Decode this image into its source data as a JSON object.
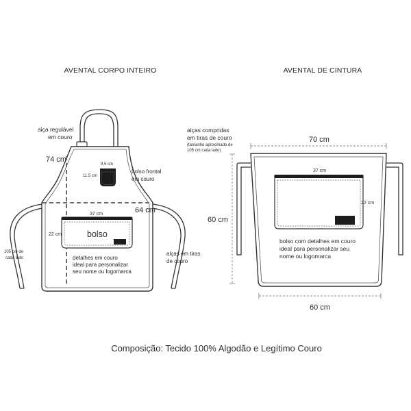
{
  "left_apron": {
    "title": "AVENTAL CORPO INTEIRO",
    "strap_label": [
      "alça regulável",
      "em couro"
    ],
    "height_label": "74 cm",
    "front_pocket": {
      "width": "9,5 cm",
      "height": "11,5 cm",
      "label": [
        "bolso frontal",
        "em couro"
      ]
    },
    "width_label": "64 cm",
    "pocket": {
      "width": "37 cm",
      "height": "22 cm",
      "label": "bolso"
    },
    "ties_length": [
      "105 cm de",
      "cada lado"
    ],
    "details": [
      "detalhes em couro",
      "ideal para personalizar",
      "seu nome ou logomarca"
    ],
    "ties_label": [
      "alças em tiras",
      "de couro"
    ]
  },
  "right_apron": {
    "title": "AVENTAL DE CINTURA",
    "ties_label": [
      "alças compridas",
      "em tiras de couro"
    ],
    "ties_note": [
      "(tamanho aproximado de",
      "105 cm cada lado)"
    ],
    "top_width": "70 cm",
    "height": "60 cm",
    "bottom_width": "60 cm",
    "pocket": {
      "width": "37 cm",
      "height": "22 cm"
    },
    "details": [
      "bolso com detalhes em couro",
      "ideal para personalizar seu",
      "nome ou logomarca"
    ]
  },
  "composition": "Composição: Tecido 100% Algodão e Legítimo Couro"
}
